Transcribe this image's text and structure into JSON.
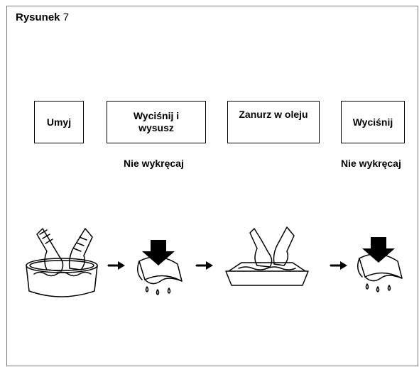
{
  "figure": {
    "label": "Rysunek",
    "number": "7"
  },
  "steps": [
    {
      "label": "Umyj",
      "note": ""
    },
    {
      "label": "Wyciśnij i wysusz",
      "note": "Nie wykręcaj"
    },
    {
      "label": "Zanurz w oleju",
      "note": ""
    },
    {
      "label": "Wyciśnij",
      "note": "Nie wykręcaj"
    }
  ],
  "illustrations": [
    "washing-hands-in-bowl",
    "squeezing-cloth",
    "dipping-in-oil-tray",
    "squeezing-cloth"
  ]
}
